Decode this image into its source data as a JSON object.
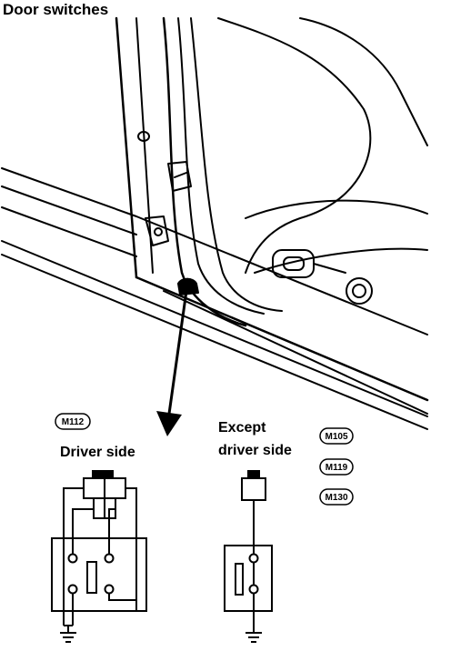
{
  "title": "Door switches",
  "driver_side": {
    "connector_code": "M112",
    "label": "Driver side"
  },
  "except_driver_side": {
    "label_line1": "Except",
    "label_line2": "driver side",
    "connector_codes": [
      "M105",
      "M119",
      "M130"
    ]
  }
}
